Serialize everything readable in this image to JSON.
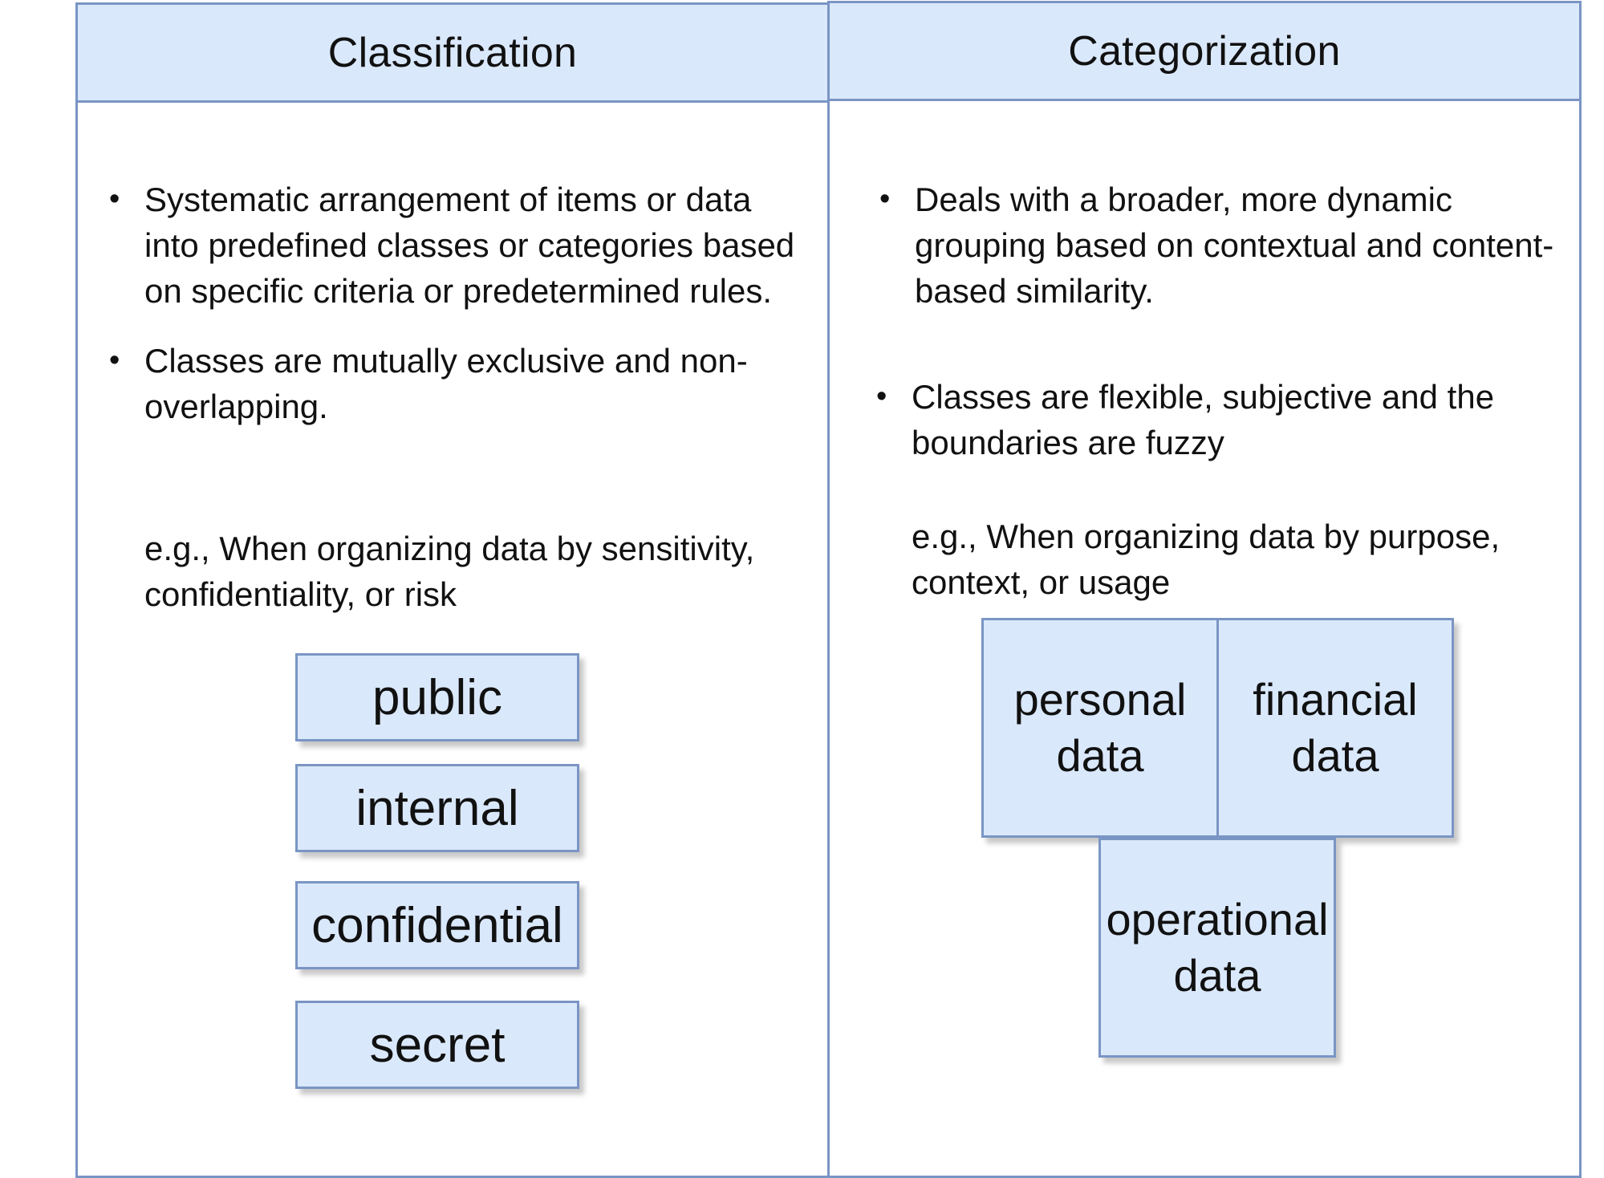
{
  "classification": {
    "title": "Classification",
    "bullets": [
      "Systematic arrangement of items or data into predefined classes or categories based on specific criteria or predetermined rules.",
      "Classes are mutually exclusive and non-overlapping."
    ],
    "example": "e.g., When organizing data by sensitivity, confidentiality, or risk",
    "levels": [
      "public",
      "internal",
      "confidential",
      "secret"
    ]
  },
  "categorization": {
    "title": "Categorization",
    "bullets": [
      "Deals with a broader, more dynamic grouping based on contextual and content-based similarity.",
      "Classes are flexible, subjective and the boundaries are fuzzy"
    ],
    "example": "e.g., When organizing data by purpose, context, or usage",
    "categories": [
      "personal\ndata",
      "financial\ndata",
      "operational\ndata"
    ]
  },
  "bullet_glyph": "•",
  "colors": {
    "header_fill": "#dae8fb",
    "border": "#7a95c4",
    "box_fill": "#dae8fb"
  }
}
